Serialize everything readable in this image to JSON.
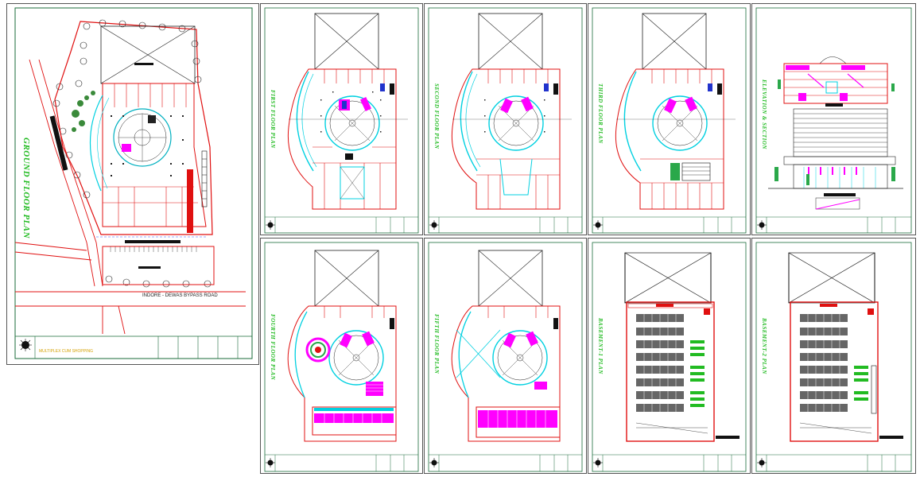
{
  "sheets": {
    "ground": {
      "title": "GROUND FLOOR PLAN",
      "road": "INDORE - DEWAS BYPASS ROAD",
      "titleblock": "MULTIPLEX CUM SHOPPING"
    },
    "first": {
      "title": "FIRST FLOOR PLAN"
    },
    "second": {
      "title": "SECOND FLOOR PLAN"
    },
    "third": {
      "title": "THIRD FLOOR PLAN"
    },
    "elevation": {
      "title": "ELEVATION & SECTION"
    },
    "fourth": {
      "title": "FOURTH FLOOR PLAN"
    },
    "fifth": {
      "title": "FIFTH FLOOR PLAN"
    },
    "basement1": {
      "title": "BASEMENT-1 PLAN"
    },
    "basement2": {
      "title": "BASEMENT-2 PLAN"
    }
  },
  "colors": {
    "wall": "#e01010",
    "glazing": "#00d0e0",
    "green": "#22bb22",
    "magenta": "#ff00ff",
    "border": "#1a6b3a",
    "black": "#111111"
  }
}
